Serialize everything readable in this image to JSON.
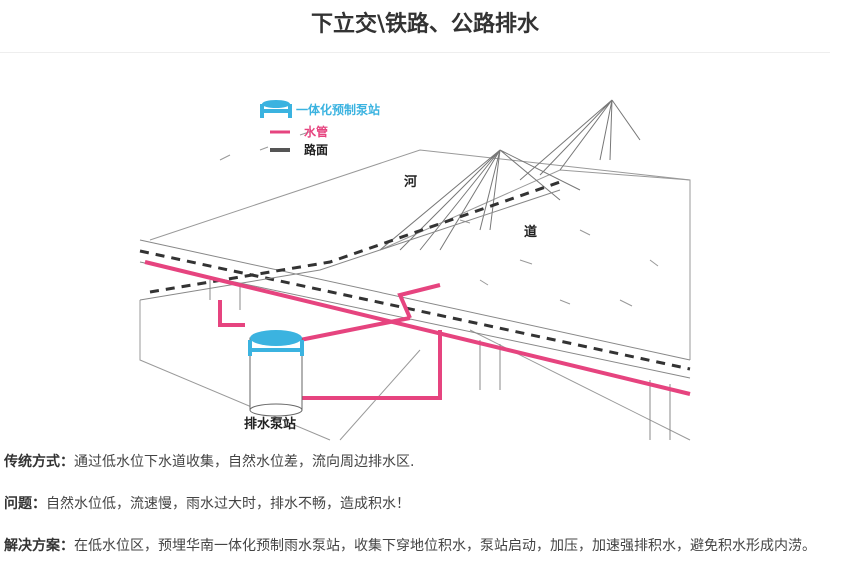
{
  "title": "下立交\\铁路、公路排水",
  "legend": {
    "pump_station": "一体化预制泵站",
    "pipe": "水管",
    "road": "路面"
  },
  "labels": {
    "river_1": "河",
    "river_2": "道",
    "pump": "排水泵站"
  },
  "colors": {
    "pump": "#3bb3e0",
    "pipe": "#e6447f",
    "road": "#333333"
  },
  "paragraphs": [
    {
      "label": "传统方式：",
      "text": "通过低水位下水道收集，自然水位差，流向周边排水区."
    },
    {
      "label": "问题：",
      "text": "自然水位低，流速慢，雨水过大时，排水不畅，造成积水！"
    },
    {
      "label": "解决方案：",
      "text": "在低水位区，预埋华南一体化预制雨水泵站，收集下穿地位积水，泵站启动，加压，加速强排积水，避免积水形成内涝。"
    }
  ]
}
